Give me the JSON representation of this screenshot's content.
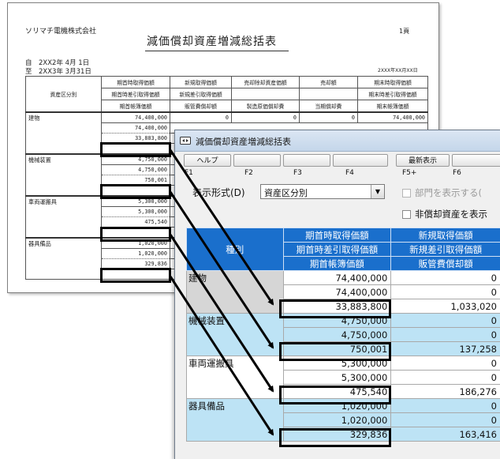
{
  "report": {
    "company": "ソリマチ電機株式会社",
    "title": "減価償却資産増減総括表",
    "page": "1頁",
    "period_from": "自　2XX2年 4月 1日",
    "period_to": "至　2XX3年 3月31日",
    "print_date": "2XXX年XX月XX日",
    "col_category": "資産区分別",
    "headers": [
      [
        "期首時取得価額",
        "期首時差引取得価額",
        "期首帳簿価額"
      ],
      [
        "新規取得価額",
        "新規差引取得価額",
        "販管費償却額"
      ],
      [
        "売却除却資産価額",
        "",
        "製造原価償却費"
      ],
      [
        "売却額",
        "",
        "当期償却費"
      ],
      [
        "期末時取得価額",
        "期末時差引取得価額",
        "期末帳簿価額"
      ]
    ],
    "rows": [
      {
        "name": "建物",
        "v1": "74,400,000",
        "v2": "74,400,000",
        "v3": "33,883,800",
        "c2": "0",
        "c3": "0",
        "c4": "0",
        "c5": "74,400,000"
      },
      {
        "name": "機械装置",
        "v1": "4,750,000",
        "v2": "4,750,000",
        "v3": "750,001"
      },
      {
        "name": "車両運搬具",
        "v1": "5,300,000",
        "v2": "5,300,000",
        "v3": "475,540"
      },
      {
        "name": "器具備品",
        "v1": "1,020,000",
        "v2": "1,020,000",
        "v3": "329,836"
      }
    ]
  },
  "window": {
    "title": "減価償却資産増減総括表",
    "buttons": [
      {
        "label": "ヘルプ",
        "key": "F1"
      },
      {
        "label": "",
        "key": "F2"
      },
      {
        "label": "",
        "key": "F3"
      },
      {
        "label": "",
        "key": "F4"
      },
      {
        "label": "最新表示",
        "key": "F5+"
      },
      {
        "label": "",
        "key": "F6"
      }
    ],
    "display_label": "表示形式(D)",
    "display_value": "資産区分別",
    "chk_dept": "部門を表示する(",
    "chk_nondep": "非償却資産を表示",
    "grid_headers": {
      "category": "種別",
      "col1": [
        "期首時取得価額",
        "期首時差引取得価額",
        "期首帳簿価額"
      ],
      "col2": [
        "新規取得価額",
        "新規差引取得価額",
        "販管費償却額"
      ]
    },
    "rows": [
      {
        "name": "建物",
        "a1": "74,400,000",
        "a2": "74,400,000",
        "a3": "33,883,800",
        "b1": "0",
        "b2": "0",
        "b3": "1,033,020"
      },
      {
        "name": "機械装置",
        "a1": "4,750,000",
        "a2": "4,750,000",
        "a3": "750,001",
        "b1": "0",
        "b2": "0",
        "b3": "137,258"
      },
      {
        "name": "車両運搬具",
        "a1": "5,300,000",
        "a2": "5,300,000",
        "a3": "475,540",
        "b1": "0",
        "b2": "0",
        "b3": "186,276"
      },
      {
        "name": "器具備品",
        "a1": "1,020,000",
        "a2": "1,020,000",
        "a3": "329,836",
        "b1": "0",
        "b2": "0",
        "b3": "163,416"
      }
    ]
  }
}
